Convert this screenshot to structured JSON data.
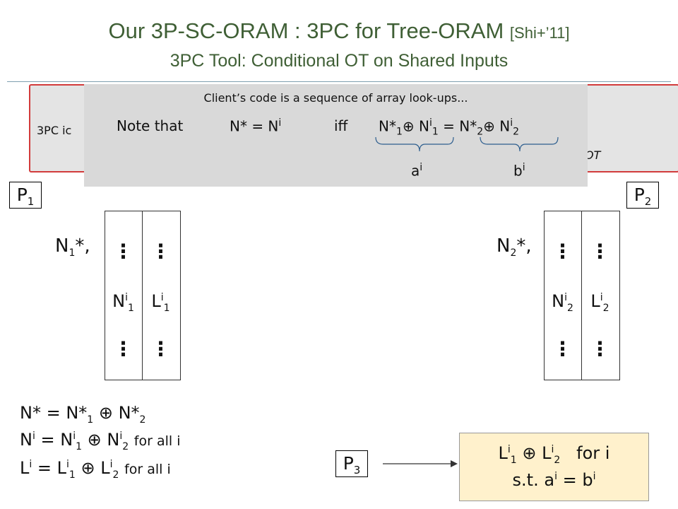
{
  "title": {
    "line1": "Our 3P-SC-ORAM : 3PC for Tree-ORAM",
    "citation": "[Shi+’11]",
    "line2": "3PC Tool:  Conditional OT on Shared Inputs"
  },
  "box": {
    "left_fragment": "3PC ic",
    "right_fragment": "OT",
    "client_line": "Client’s code is a sequence of array look-ups...",
    "note_prefix": "Note that",
    "n_star": "N* = N",
    "i": "i",
    "iff": "iff",
    "eq_sign": "=",
    "oplus": "⊕",
    "a_label": "a",
    "b_label": "b"
  },
  "parties": {
    "p": "P",
    "one": "1",
    "two": "2",
    "three": "3"
  },
  "arrays": {
    "n1_prefix": "N",
    "n_star_suffix": "*,",
    "N": "N",
    "L": "L",
    "dots": "⋮"
  },
  "formulas": {
    "n_star_lhs": "N* = N*",
    "ni_lhs": "N",
    "li_lhs": "L",
    "equals": "=",
    "for_all": "for all i"
  },
  "result": {
    "line1_L": "L",
    "line1_tail": "for  i",
    "line2": "s.t. a",
    "line2_mid": " = b"
  }
}
